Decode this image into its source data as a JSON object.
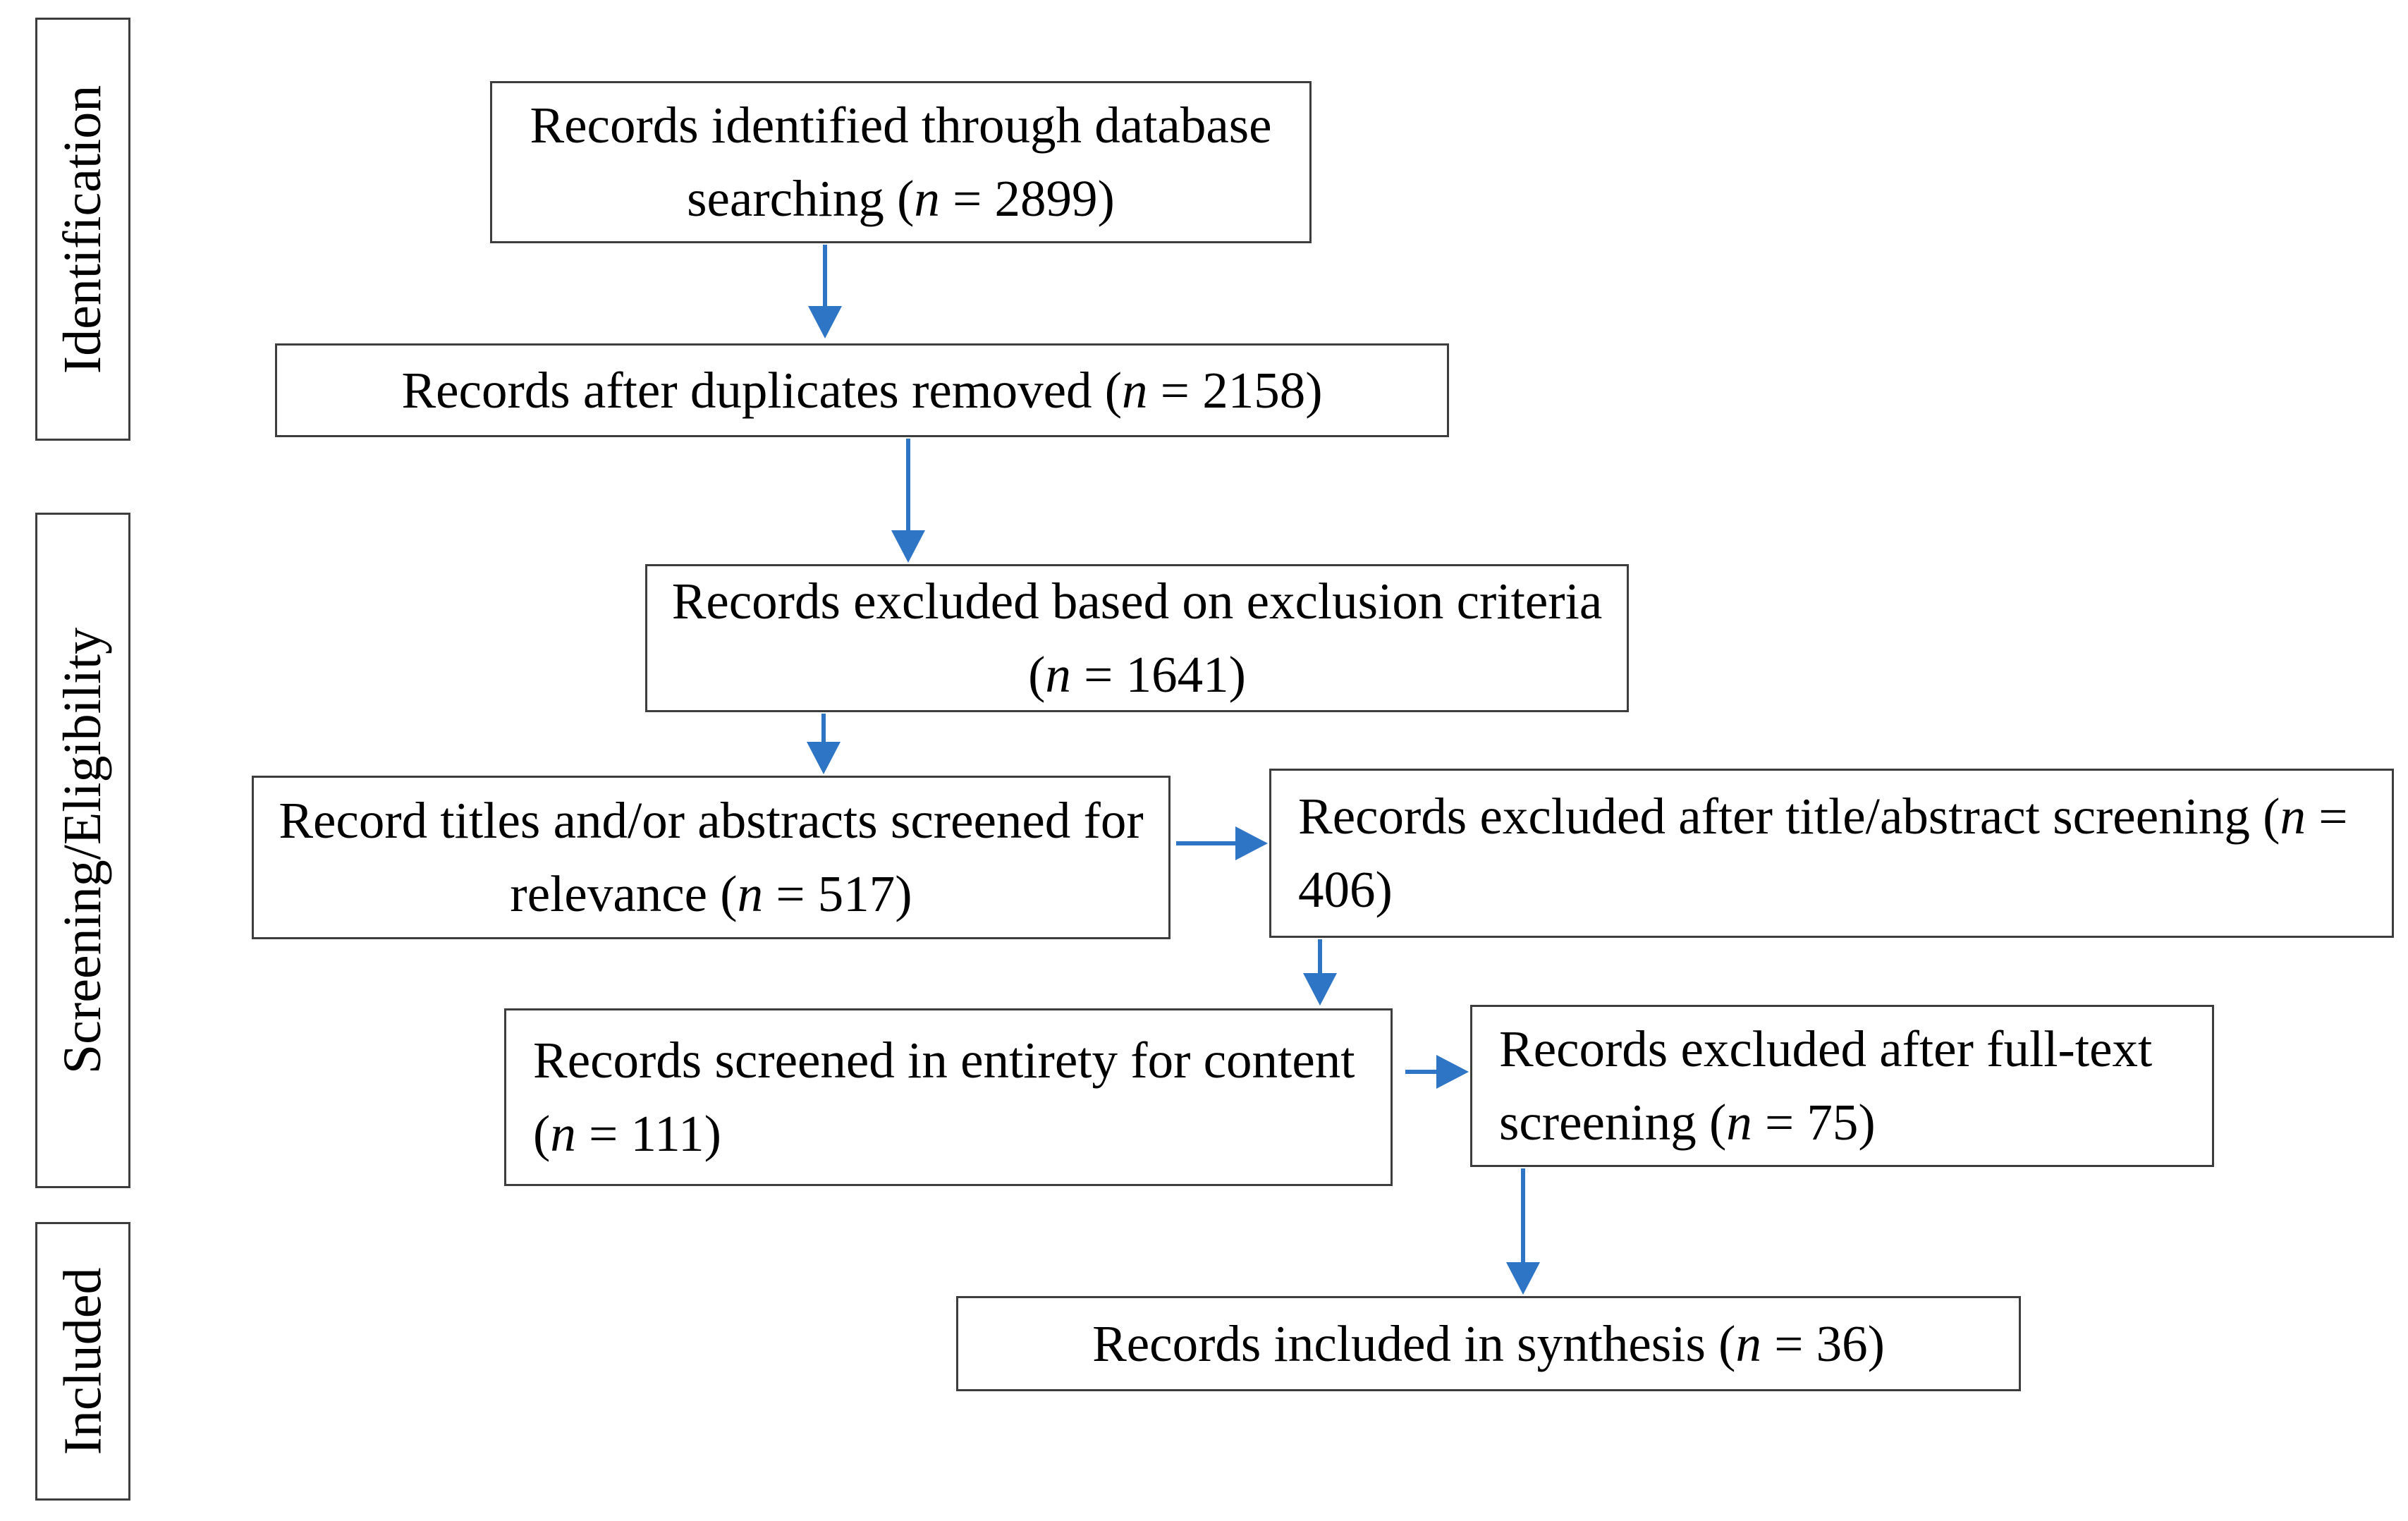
{
  "figure": {
    "background_color": "#ffffff",
    "box_border_color": "#3d3d3d",
    "arrow_color": "#2e75c6",
    "text_color": "#000000"
  },
  "stages": [
    {
      "label": "Identification"
    },
    {
      "label": "Screening/Eligibility"
    },
    {
      "label": "Included"
    }
  ],
  "nodes": [
    {
      "label": "Records identified through database searching (n = 2899)",
      "n": 2899
    },
    {
      "label": "Records after duplicates removed (n = 2158)",
      "n": 2158
    },
    {
      "label": "Records excluded based on exclusion criteria (n = 1641)",
      "n": 1641
    },
    {
      "label": "Record titles and/or abstracts screened for relevance (n = 517)",
      "n": 517
    },
    {
      "label": "Records excluded after title/abstract screening (n = 406)",
      "n": 406
    },
    {
      "label": "Records screened in entirety for content (n = 111)",
      "n": 111
    },
    {
      "label": "Records excluded after full-text screening (n = 75)",
      "n": 75
    },
    {
      "label": "Records included in synthesis (n = 36)",
      "n": 36
    }
  ]
}
